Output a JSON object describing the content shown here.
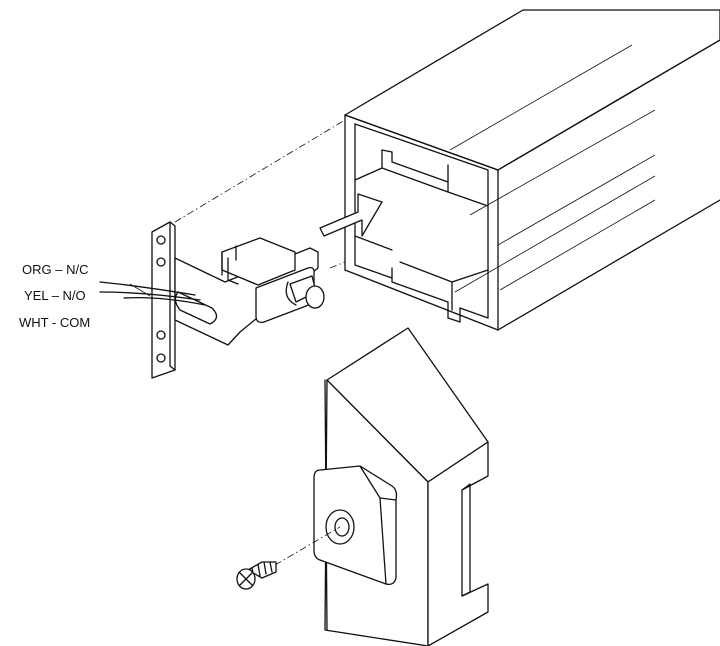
{
  "wire_labels": {
    "org": "ORG – N/C",
    "yel": "YEL – N/O",
    "wht": "WHT - COM"
  }
}
